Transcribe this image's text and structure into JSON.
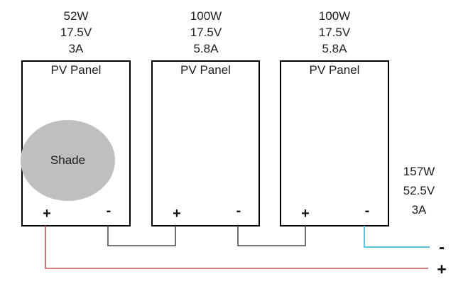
{
  "diagram": {
    "panels": [
      {
        "label": "PV Panel",
        "power": "52W",
        "voltage": "17.5V",
        "current": "3A",
        "plus": "+",
        "minus": "-",
        "shade_label": "Shade"
      },
      {
        "label": "PV Panel",
        "power": "100W",
        "voltage": "17.5V",
        "current": "5.8A",
        "plus": "+",
        "minus": "-"
      },
      {
        "label": "PV Panel",
        "power": "100W",
        "voltage": "17.5V",
        "current": "5.8A",
        "plus": "+",
        "minus": "-"
      }
    ],
    "output": {
      "power": "157W",
      "voltage": "52.5V",
      "current": "3A",
      "negative": "-",
      "positive": "+"
    },
    "colors": {
      "positive_wire": "#c0504d",
      "negative_wire": "#53c4e4",
      "series_wire": "#4d4d4d",
      "panel_border": "#000000",
      "shade_fill": "#bfbfbf"
    }
  }
}
